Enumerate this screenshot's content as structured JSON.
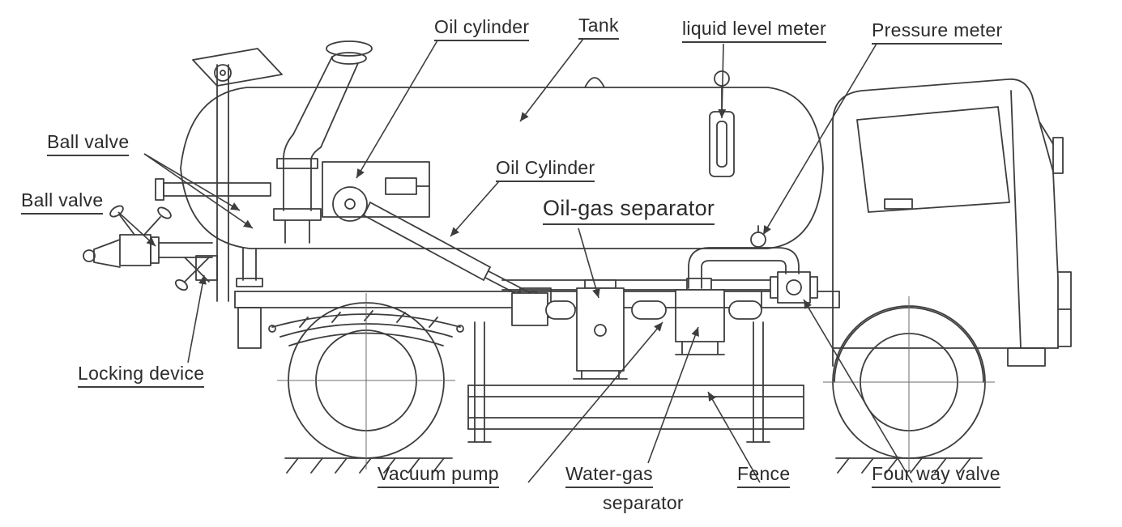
{
  "diagram": {
    "colors": {
      "background": "#ffffff",
      "line": "#3d3d3d",
      "text": "#2c2c2c"
    },
    "labels": [
      {
        "id": "oil-cylinder-top",
        "text": "Oil cylinder"
      },
      {
        "id": "tank",
        "text": "Tank"
      },
      {
        "id": "liquid-level-meter",
        "text": "liquid level meter"
      },
      {
        "id": "pressure-meter",
        "text": "Pressure meter"
      },
      {
        "id": "ball-valve-upper",
        "text": "Ball valve"
      },
      {
        "id": "ball-valve-lower",
        "text": "Ball valve"
      },
      {
        "id": "locking-device",
        "text": "Locking device"
      },
      {
        "id": "oil-cylinder-mid",
        "text": "Oil Cylinder"
      },
      {
        "id": "oil-gas-separator",
        "text": "Oil-gas separator"
      },
      {
        "id": "vacuum-pump",
        "text": "Vacuum pump"
      },
      {
        "id": "water-gas-separator",
        "text": "Water-gas",
        "text2": "separator"
      },
      {
        "id": "fence",
        "text": "Fence"
      },
      {
        "id": "four-way-valve",
        "text": "Four way valve"
      }
    ]
  }
}
